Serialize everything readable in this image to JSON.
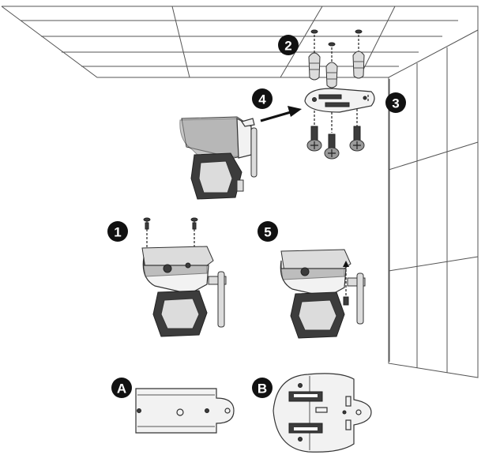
{
  "step_badges": [
    {
      "id": "step-1",
      "label": "1"
    },
    {
      "id": "step-2",
      "label": "2"
    },
    {
      "id": "step-3",
      "label": "3"
    },
    {
      "id": "step-4",
      "label": "4"
    },
    {
      "id": "step-5",
      "label": "5"
    }
  ],
  "part_badges": [
    {
      "id": "part-a",
      "label": "A"
    },
    {
      "id": "part-b",
      "label": "B"
    }
  ]
}
